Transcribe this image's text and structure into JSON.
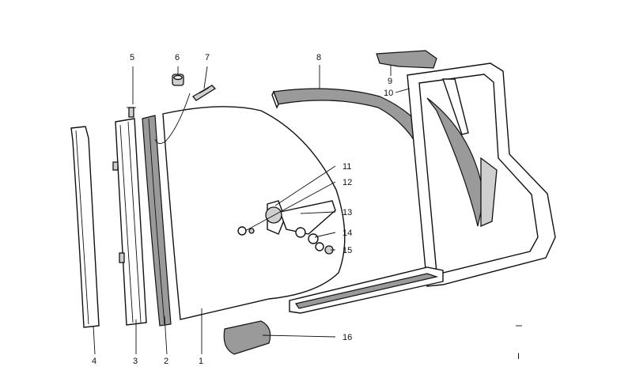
{
  "diagram": {
    "callouts": [
      {
        "label": "1"
      },
      {
        "label": "2"
      },
      {
        "label": "3"
      },
      {
        "label": "4"
      },
      {
        "label": "5"
      },
      {
        "label": "6"
      },
      {
        "label": "7"
      },
      {
        "label": "8"
      },
      {
        "label": "9"
      },
      {
        "label": "10"
      },
      {
        "label": "11"
      },
      {
        "label": "12"
      },
      {
        "label": "13"
      },
      {
        "label": "14"
      },
      {
        "label": "15"
      },
      {
        "label": "16"
      }
    ],
    "corner_mark": "I"
  }
}
